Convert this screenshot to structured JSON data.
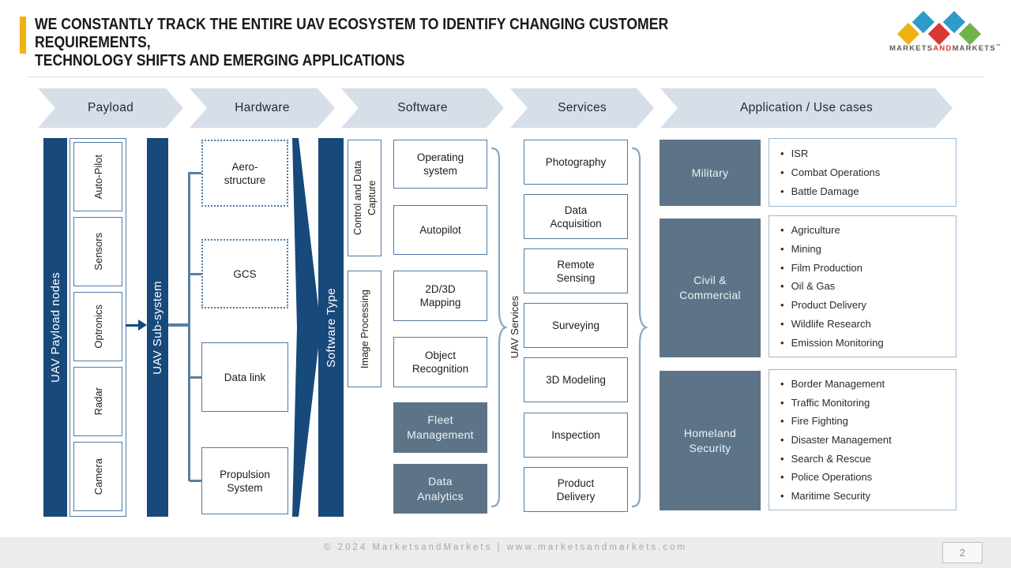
{
  "header": {
    "title_line1": "WE CONSTANTLY TRACK THE ENTIRE UAV ECOSYSTEM TO IDENTIFY CHANGING CUSTOMER REQUIREMENTS,",
    "title_line2": "TECHNOLOGY SHIFTS AND EMERGING APPLICATIONS"
  },
  "logo": {
    "markets1": "MARKETS",
    "and": "AND",
    "markets2": "MARKETS",
    "tm": "™"
  },
  "flow": {
    "stages": [
      "Payload",
      "Hardware",
      "Software",
      "Services",
      "Application / Use cases"
    ]
  },
  "payload": {
    "bar_label": "UAV Payload nodes",
    "nodes": [
      "Auto-Pilot",
      "Sensors",
      "Optronics",
      "Radar",
      "Camera"
    ]
  },
  "subsystem": {
    "bar_label": "UAV Sub-system",
    "components": [
      {
        "label": "Aero-structure",
        "border": "dotted"
      },
      {
        "label": "GCS",
        "border": "dotted"
      },
      {
        "label": "Data link",
        "border": "solid"
      },
      {
        "label": "Propulsion System",
        "border": "solid"
      }
    ]
  },
  "software": {
    "bar_label": "Software Type",
    "categories": [
      "Control and Data Capture",
      "Image Processing"
    ],
    "boxes": [
      {
        "label": "Operating system",
        "variant": "light"
      },
      {
        "label": "Autopilot",
        "variant": "light"
      },
      {
        "label": "2D/3D Mapping",
        "variant": "light"
      },
      {
        "label": "Object Recognition",
        "variant": "light"
      },
      {
        "label": "Fleet Management",
        "variant": "dark"
      },
      {
        "label": "Data Analytics",
        "variant": "dark"
      }
    ]
  },
  "services": {
    "label": "UAV Services",
    "items": [
      "Photography",
      "Data Acquisition",
      "Remote Sensing",
      "Surveying",
      "3D Modeling",
      "Inspection",
      "Product Delivery"
    ]
  },
  "applications": {
    "groups": [
      {
        "name": "Military",
        "items": [
          "ISR",
          "Combat Operations",
          "Battle Damage"
        ]
      },
      {
        "name": "Civil & Commercial",
        "items": [
          "Agriculture",
          "Mining",
          "Film Production",
          "Oil & Gas",
          "Product Delivery",
          "Wildlife Research",
          "Emission Monitoring"
        ]
      },
      {
        "name": "Homeland Security",
        "items": [
          "Border Management",
          "Traffic Monitoring",
          "Fire Fighting",
          "Disaster Management",
          "Search & Rescue",
          "Police Operations",
          "Maritime Security"
        ]
      }
    ]
  },
  "footer": {
    "copyright": "© 2024 MarketsandMarkets | www.marketsandmarkets.com",
    "page_number": "2"
  },
  "colors": {
    "primary_blue": "#17497B",
    "slate": "#5D7488",
    "chevron_fill": "#D6DEE8",
    "accent_yellow": "#EFB310",
    "logo_red": "#D93832",
    "logo_blue": "#2E9BC9",
    "logo_yellow": "#EFB111",
    "logo_green": "#6FB34C"
  }
}
